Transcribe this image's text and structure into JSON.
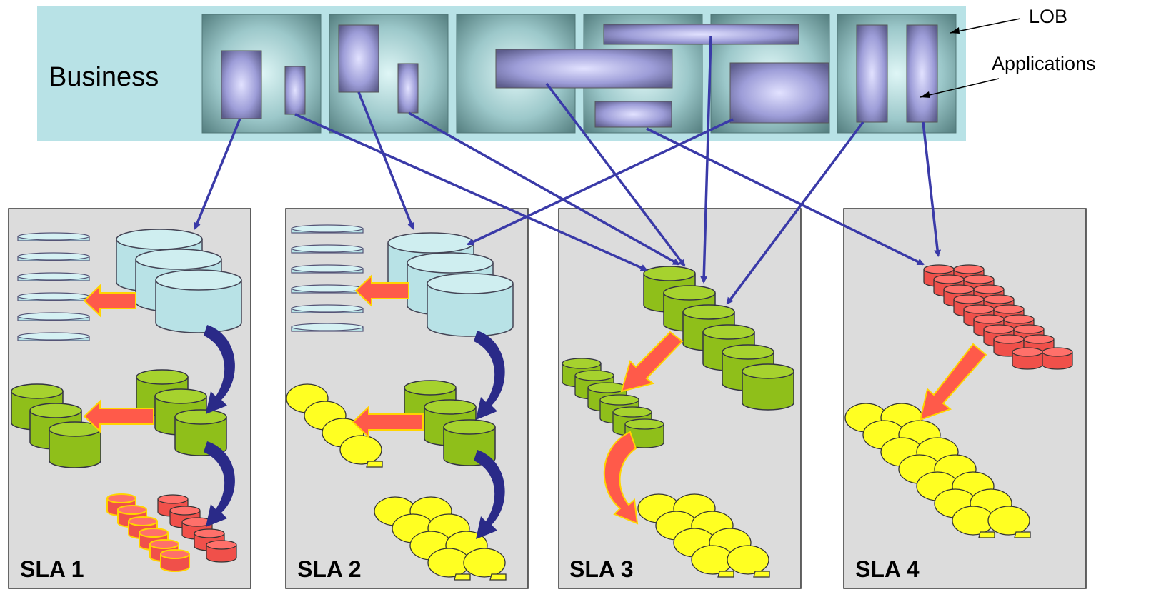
{
  "business": {
    "label": "Business"
  },
  "annotations": {
    "lob": "LOB",
    "applications": "Applications"
  },
  "sla_panels": [
    {
      "label": "SLA 1"
    },
    {
      "label": "SLA 2"
    },
    {
      "label": "SLA 3"
    },
    {
      "label": "SLA 4"
    }
  ],
  "colors": {
    "business_band": "#b8e2e6",
    "lob_tile": "#6e9ea0",
    "application": "#a8a8e8",
    "panel": "#dcdcdc",
    "link_arrow": "#3a3aa8",
    "light_blue_storage": "#b8e2e6",
    "green_storage": "#8fbf1a",
    "red_storage": "#f0504a",
    "yellow_tape": "#ffff22",
    "copy_arrow": "#ff5a4a",
    "migrate_arrow": "#2a2a88"
  }
}
